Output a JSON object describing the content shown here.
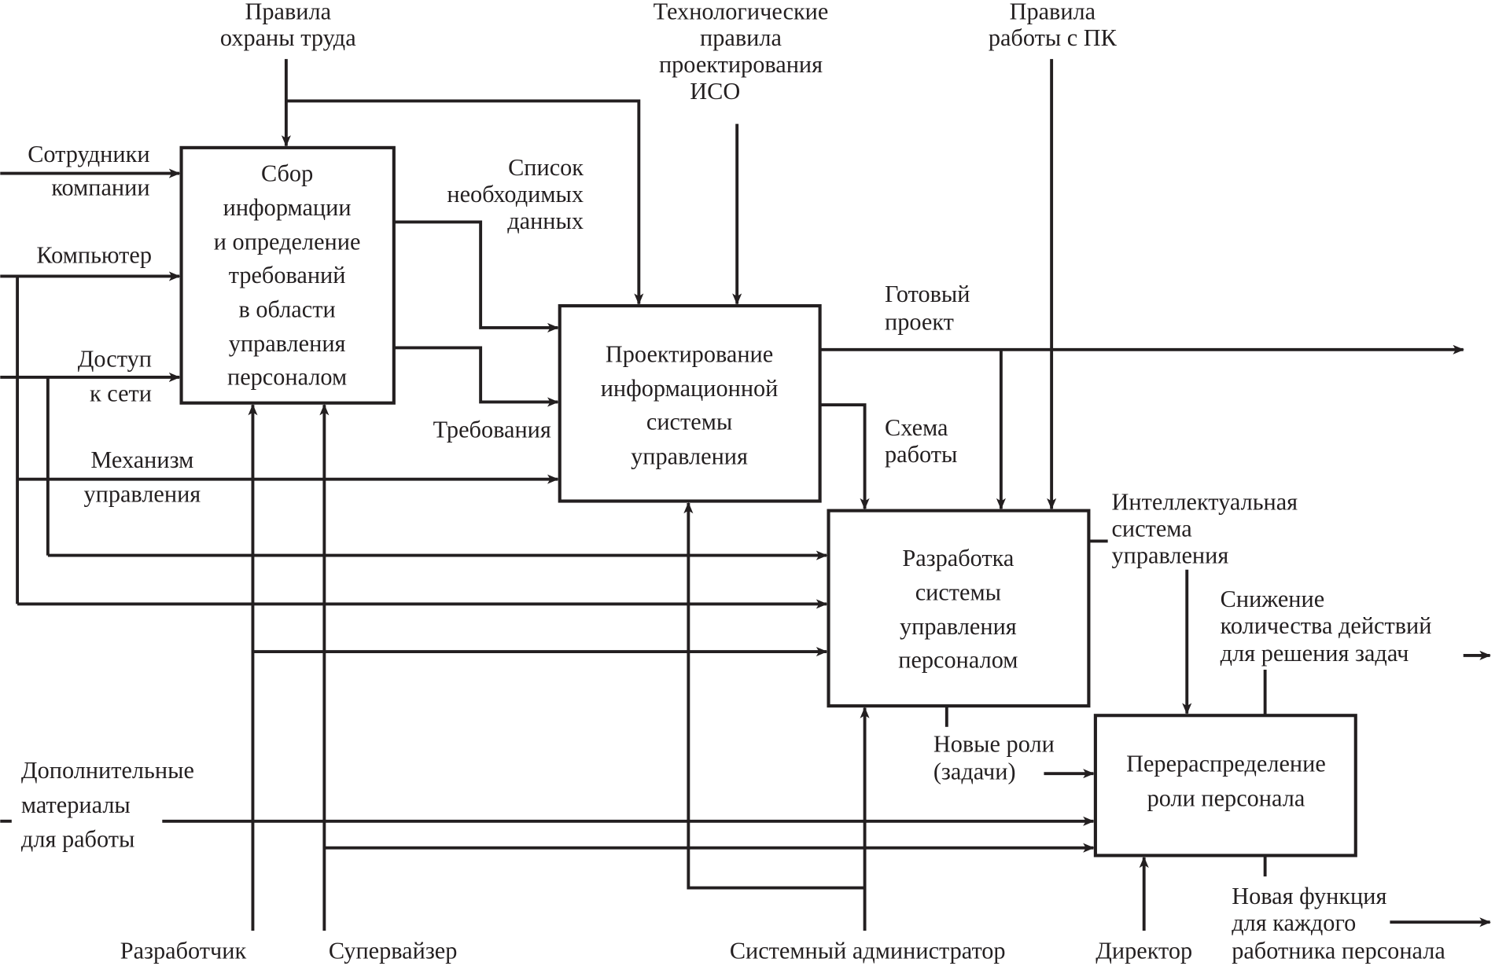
{
  "diagram": {
    "type": "IDEF0",
    "boxes": [
      {
        "id": "collect",
        "lines": [
          "Сбор",
          "информации",
          "и определение",
          "требований",
          "в области",
          "управления",
          "персоналом"
        ]
      },
      {
        "id": "design",
        "lines": [
          "Проектирование",
          "информационной",
          "системы",
          "управления"
        ]
      },
      {
        "id": "develop",
        "lines": [
          "Разработка",
          "системы",
          "управления",
          "персоналом"
        ]
      },
      {
        "id": "redistribute",
        "lines": [
          "Перераспределение",
          "роли персонала"
        ]
      }
    ],
    "controls": {
      "labor_rules": [
        "Правила",
        "охраны труда"
      ],
      "tech_rules": [
        "Технологические",
        "правила",
        "проектирования",
        "ИСО"
      ],
      "pc_rules": [
        "Правила",
        "работы с ПК"
      ]
    },
    "inputs": {
      "employees": [
        "Сотрудники",
        "компании"
      ],
      "computer": [
        "Компьютер"
      ],
      "network": [
        "Доступ",
        "к сети"
      ],
      "mgmt_mechanism": [
        "Механизм",
        "управления"
      ],
      "extra_materials": [
        "Дополнительные",
        "материалы",
        "для работы"
      ]
    },
    "flows": {
      "data_list": [
        "Список",
        "необходимых",
        "данных"
      ],
      "requirements": [
        "Требования"
      ],
      "ready_project": [
        "Готовый",
        "проект"
      ],
      "work_scheme": [
        "Схема",
        "работы"
      ],
      "intelligent_system": [
        "Интеллектуальная",
        "система",
        "управления"
      ],
      "new_roles": [
        "Новые роли",
        "(задачи)"
      ]
    },
    "outputs": {
      "reduce_actions": [
        "Снижение",
        "количества действий",
        "для решения задач"
      ],
      "new_function": [
        "Новая функция",
        "для каждого",
        "работника персонала"
      ]
    },
    "mechanisms": {
      "developer": "Разработчик",
      "supervisor": "Супервайзер",
      "sysadmin": "Системный администратор",
      "director": "Директор"
    }
  }
}
